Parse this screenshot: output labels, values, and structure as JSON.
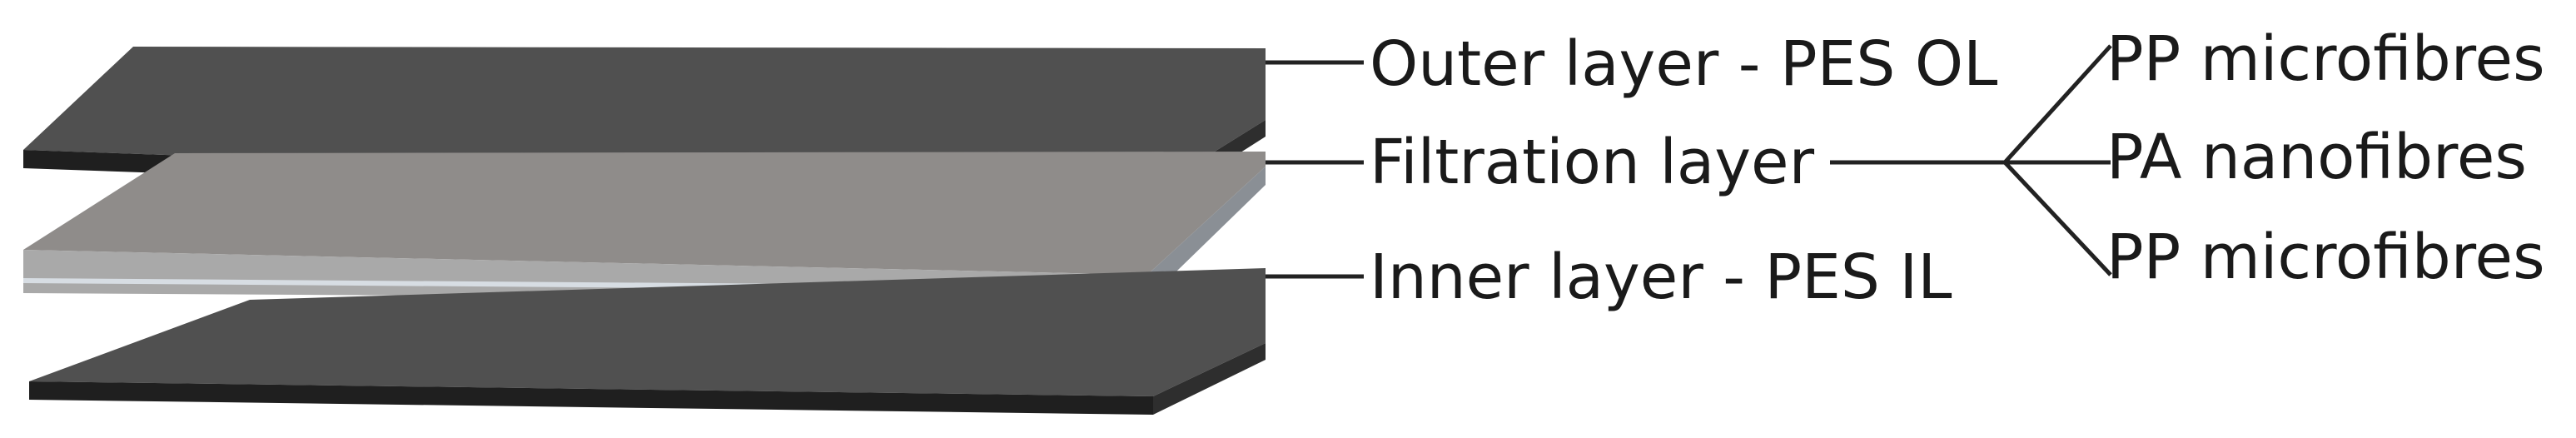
{
  "layers": [
    {
      "id": "outer",
      "label": "Outer layer - PES OL",
      "top_color": "#505050",
      "front_color": "#1f1f1f",
      "side_color": "#2e2e2e"
    },
    {
      "id": "filtration",
      "label": "Filtration layer",
      "top_color": "#8f8c8a",
      "front_color": "#a9a9a9",
      "side_color": "#8a8f95",
      "stripe_color": "#d7dde3"
    },
    {
      "id": "inner",
      "label": "Inner layer - PES IL",
      "top_color": "#505050",
      "front_color": "#1f1f1f",
      "side_color": "#2e2e2e"
    }
  ],
  "filtration_components": [
    "PP microfibres",
    "PA nanofibres",
    "PP microfibres"
  ]
}
